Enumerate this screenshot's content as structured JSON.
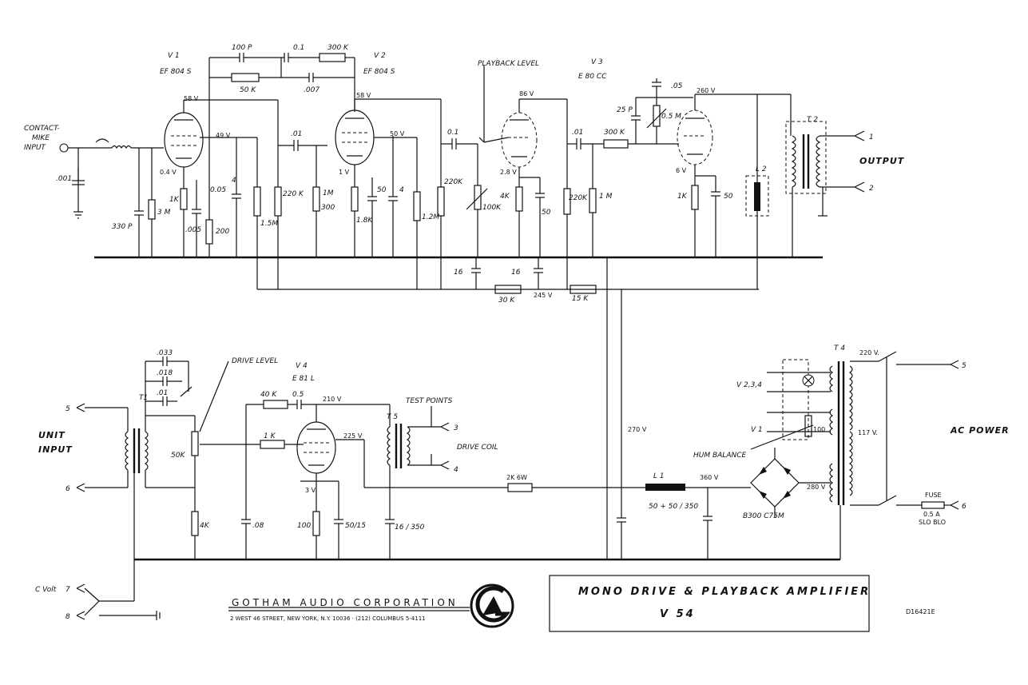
{
  "sections": {
    "v1": "V 1",
    "v1_type": "EF 804 S",
    "v2": "V 2",
    "v2_type": "EF 804 S",
    "v3": "V 3",
    "v3_type": "E 80 CC",
    "v4": "V 4",
    "v4_type": "E 81 L"
  },
  "labels": {
    "contact_mike_input": [
      "CONTACT-",
      "MIKE",
      "INPUT"
    ],
    "playback_level": "PLAYBACK LEVEL",
    "output": "OUTPUT",
    "drive_level": "DRIVE LEVEL",
    "unit_input": [
      "UNIT",
      "INPUT"
    ],
    "test_points": "TEST POINTS",
    "drive_coil": "DRIVE COIL",
    "hum_balance": "HUM BALANCE",
    "ac_power": "AC POWER",
    "fuse": [
      "FUSE",
      "0.5 A",
      "SLO BLO"
    ],
    "cvolt": "C Volt",
    "v234": "V 2,3,4",
    "v1_heater": "V 1",
    "t2": "T 2",
    "t4": "T 4",
    "t1": "T1",
    "t5": "T 5",
    "l1": "L 1",
    "l2": "L 2",
    "rectifier": "B300 C75M"
  },
  "values": {
    "r100p": "100 P",
    "c01": "0.1",
    "r300k_top": "300 K",
    "r50k": "50 K",
    "c007": ".007",
    "c01a": ".01",
    "c01b": "0.1",
    "c01c": ".01",
    "r300k": "300 K",
    "c25p": "25 P",
    "c05": ".05",
    "r05m": "0.5 M",
    "c001": ".001",
    "c330p": "330 P",
    "r3m": "3 M",
    "r1k_v1": "1K",
    "c005": ".005",
    "c005b": "0.05",
    "r200": "200",
    "c4": "4",
    "r1_5m": "1.5M",
    "r220k_a": "220 K",
    "r1m_a": "1M",
    "r300": "300",
    "c50_a": "50",
    "r1_8k": "1.8K",
    "c4b": "4",
    "r1_2m": "1.2M",
    "r220k_b": "220K",
    "r100k": "100K",
    "r4k": "4K",
    "c50_b": "50",
    "r220k_c": "220K",
    "r1m_b": "1 M",
    "r1k_v3": "1K",
    "c50_c": "50",
    "c16a": "16",
    "c16b": "16",
    "r30k": "30 K",
    "r15k": "15 K",
    "c033": ".033",
    "c018": ".018",
    "c01d": ".01",
    "r50k_pot": "50K",
    "r4k_b": "4K",
    "c08": ".08",
    "r40k": "40 K",
    "c05b": "0.5",
    "r1k_g": "1 K",
    "r100": "100",
    "c50_15": "50/15",
    "c16_350": "16 / 350",
    "r2k": "2K 6W",
    "c50_50": "50 + 50 / 350",
    "r100_hum": "100"
  },
  "voltages": {
    "v1_plate": "58 V",
    "v1_screen": "49 V",
    "v1_cath": "0.4 V",
    "v2_plate": "58 V",
    "v2_screen": "50 V",
    "v2_cath": "1 V",
    "v3a_plate": "86 V",
    "v3a_cath": "2.8 V",
    "v3b_plate": "260 V",
    "v3b_cath": "6 V",
    "b245": "245 V",
    "v4_plate": "210 V",
    "v4_screen": "225 V",
    "v4_cath": "3 V",
    "b270": "270 V",
    "b360": "360 V",
    "t4_220": "220 V.",
    "t4_117": "117 V.",
    "t4_280": "280 V"
  },
  "terminals": {
    "out1": "1",
    "out2": "2",
    "in5": "5",
    "in6": "6",
    "tp3": "3",
    "tp4": "4",
    "cv7": "7",
    "cv8": "8",
    "ac5": "5",
    "ac6": "6"
  },
  "title_block": {
    "company": "GOTHAM AUDIO CORPORATION",
    "address": "2 WEST 46 STREET, NEW YORK, N.Y. 10036  ·  (212) COLUMBUS 5-4111",
    "title": "MONO DRIVE & PLAYBACK AMPLIFIER",
    "model": "V 54",
    "drawing_no": "D16421E"
  }
}
